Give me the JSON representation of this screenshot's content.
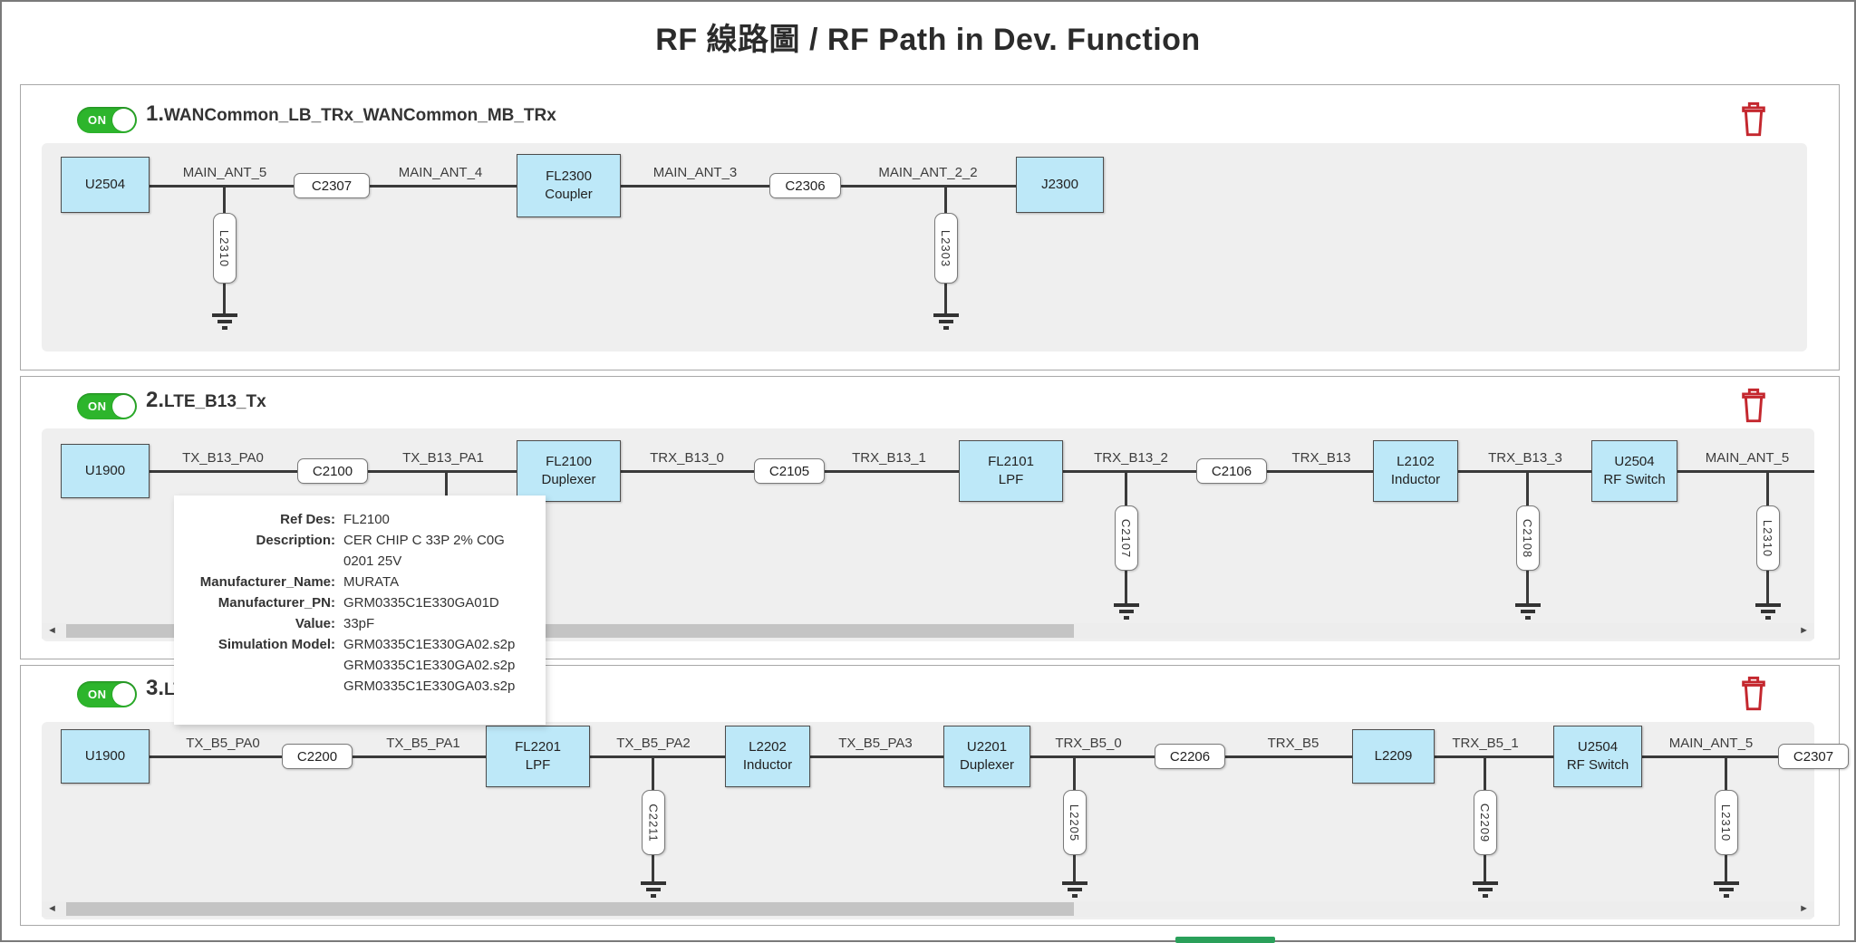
{
  "header": {
    "title": "RF 線路圖 / RF Path in Dev. Function"
  },
  "icons": {
    "scroll_left": "◄",
    "scroll_right": "►",
    "delete": "trash-icon",
    "toggle": "on-switch"
  },
  "colors": {
    "toggle_green": "#2db52c",
    "chip_fill": "#bde8f8",
    "diagram_bg": "#efefef",
    "delete_red": "#c4272e",
    "wire": "#3a3a3a",
    "scroll_thumb": "#c4c4c4",
    "partial_bottom_bar": "#2aa05a"
  },
  "panels": [
    {
      "toggle": "ON",
      "number": "1.",
      "name": "WANCommon_LB_TRx_WANCommon_MB_TRx",
      "chips": [
        {
          "name": "U2504"
        },
        {
          "name": "FL2300",
          "sub": "Coupler"
        },
        {
          "name": "J2300"
        }
      ],
      "series": [
        "C2307",
        "C2306"
      ],
      "nets": [
        "MAIN_ANT_5",
        "MAIN_ANT_4",
        "MAIN_ANT_3",
        "MAIN_ANT_2_2"
      ],
      "shunts": [
        "L2310",
        "L2303"
      ]
    },
    {
      "toggle": "ON",
      "number": "2.",
      "name": "LTE_B13_Tx",
      "chips": [
        {
          "name": "U1900"
        },
        {
          "name": "FL2100",
          "sub": "Duplexer"
        },
        {
          "name": "FL2101",
          "sub": "LPF"
        },
        {
          "name": "L2102",
          "sub": "Inductor"
        },
        {
          "name": "U2504",
          "sub": "RF Switch"
        }
      ],
      "series": [
        "C2100",
        "C2105",
        "C2106"
      ],
      "nets": [
        "TX_B13_PA0",
        "TX_B13_PA1",
        "TRX_B13_0",
        "TRX_B13_1",
        "TRX_B13_2",
        "TRX_B13",
        "TRX_B13_3",
        "MAIN_ANT_5"
      ],
      "shunts": [
        "C2107",
        "C2108",
        "L2310"
      ]
    },
    {
      "toggle": "ON",
      "number": "3.",
      "name": "LTE",
      "chips": [
        {
          "name": "U1900"
        },
        {
          "name": "FL2201",
          "sub": "LPF"
        },
        {
          "name": "L2202",
          "sub": "Inductor"
        },
        {
          "name": "U2201",
          "sub": "Duplexer"
        },
        {
          "name": "L2209"
        },
        {
          "name": "U2504",
          "sub": "RF Switch"
        }
      ],
      "series": [
        "C2200",
        "C2206",
        "C2307"
      ],
      "nets": [
        "TX_B5_PA0",
        "TX_B5_PA1",
        "TX_B5_PA2",
        "TX_B5_PA3",
        "TRX_B5_0",
        "TRX_B5",
        "TRX_B5_1",
        "MAIN_ANT_5"
      ],
      "shunts": [
        "C2211",
        "L2205",
        "C2209",
        "L2310"
      ]
    }
  ],
  "tooltip": {
    "ref_des_label": "Ref Des:",
    "ref_des": "FL2100",
    "description_label": "Description:",
    "description": "CER CHIP C 33P 2% C0G 0201 25V",
    "mfr_name_label": "Manufacturer_Name:",
    "mfr_name": "MURATA",
    "mfr_pn_label": "Manufacturer_PN:",
    "mfr_pn": "GRM0335C1E330GA01D",
    "value_label": "Value:",
    "value": "33pF",
    "sim_model_label": "Simulation Model:",
    "sim_models": [
      "GRM0335C1E330GA02.s2p",
      "GRM0335C1E330GA02.s2p",
      "GRM0335C1E330GA03.s2p"
    ]
  }
}
